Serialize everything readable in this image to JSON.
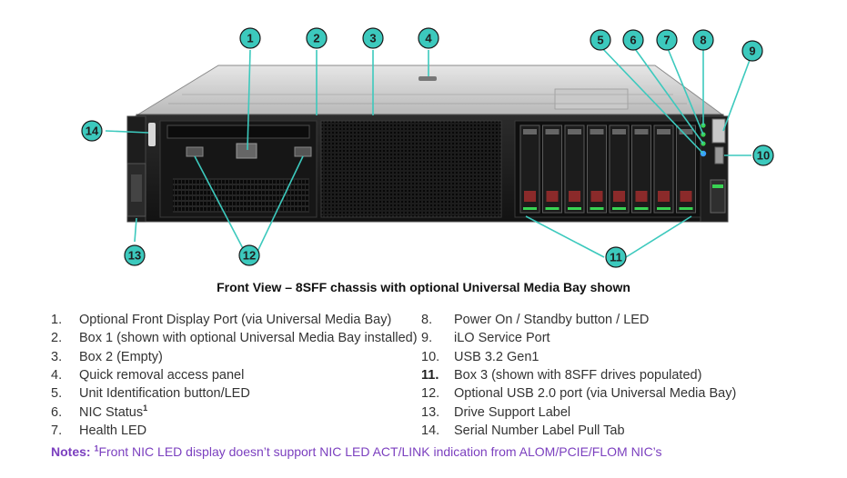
{
  "callouts": [
    "1",
    "2",
    "3",
    "4",
    "5",
    "6",
    "7",
    "8",
    "9",
    "10",
    "11",
    "12",
    "13",
    "14"
  ],
  "caption": "Front View – 8SFF chassis with optional Universal Media Bay shown",
  "legend": [
    {
      "num": "1.",
      "text": "Optional Front Display Port (via Universal Media Bay)"
    },
    {
      "num": "2.",
      "text": "Box 1 (shown with optional Universal Media Bay installed)"
    },
    {
      "num": "3.",
      "text": "Box 2 (Empty)"
    },
    {
      "num": "4.",
      "text": "Quick removal access panel"
    },
    {
      "num": "5.",
      "text": "Unit Identification button/LED"
    },
    {
      "num": "6.",
      "text": "NIC Status",
      "sup": "1"
    },
    {
      "num": "7.",
      "text": "Health LED"
    },
    {
      "num": "8.",
      "text": "Power On / Standby button / LED"
    },
    {
      "num": "9.",
      "text": "iLO Service Port"
    },
    {
      "num": "10.",
      "text": "USB 3.2 Gen1"
    },
    {
      "num": "11.",
      "text": "Box 3 (shown with 8SFF drives populated)"
    },
    {
      "num": "12.",
      "text": "Optional USB 2.0 port (via Universal Media Bay)"
    },
    {
      "num": "13.",
      "text": "Drive Support Label"
    },
    {
      "num": "14.",
      "text": "Serial Number Label Pull Tab"
    }
  ],
  "notes": {
    "label": "Notes:",
    "sup": "1",
    "text": "Front NIC LED display doesn’t support NIC LED ACT/LINK indication from ALOM/PCIE/FLOM NIC’s"
  },
  "colors": {
    "callout_fill": "#3cc9bd",
    "callout_stroke": "#1a1a1a",
    "notes": "#7b3fbf",
    "led_green": "#39d353",
    "led_blue": "#3aa0ff"
  }
}
